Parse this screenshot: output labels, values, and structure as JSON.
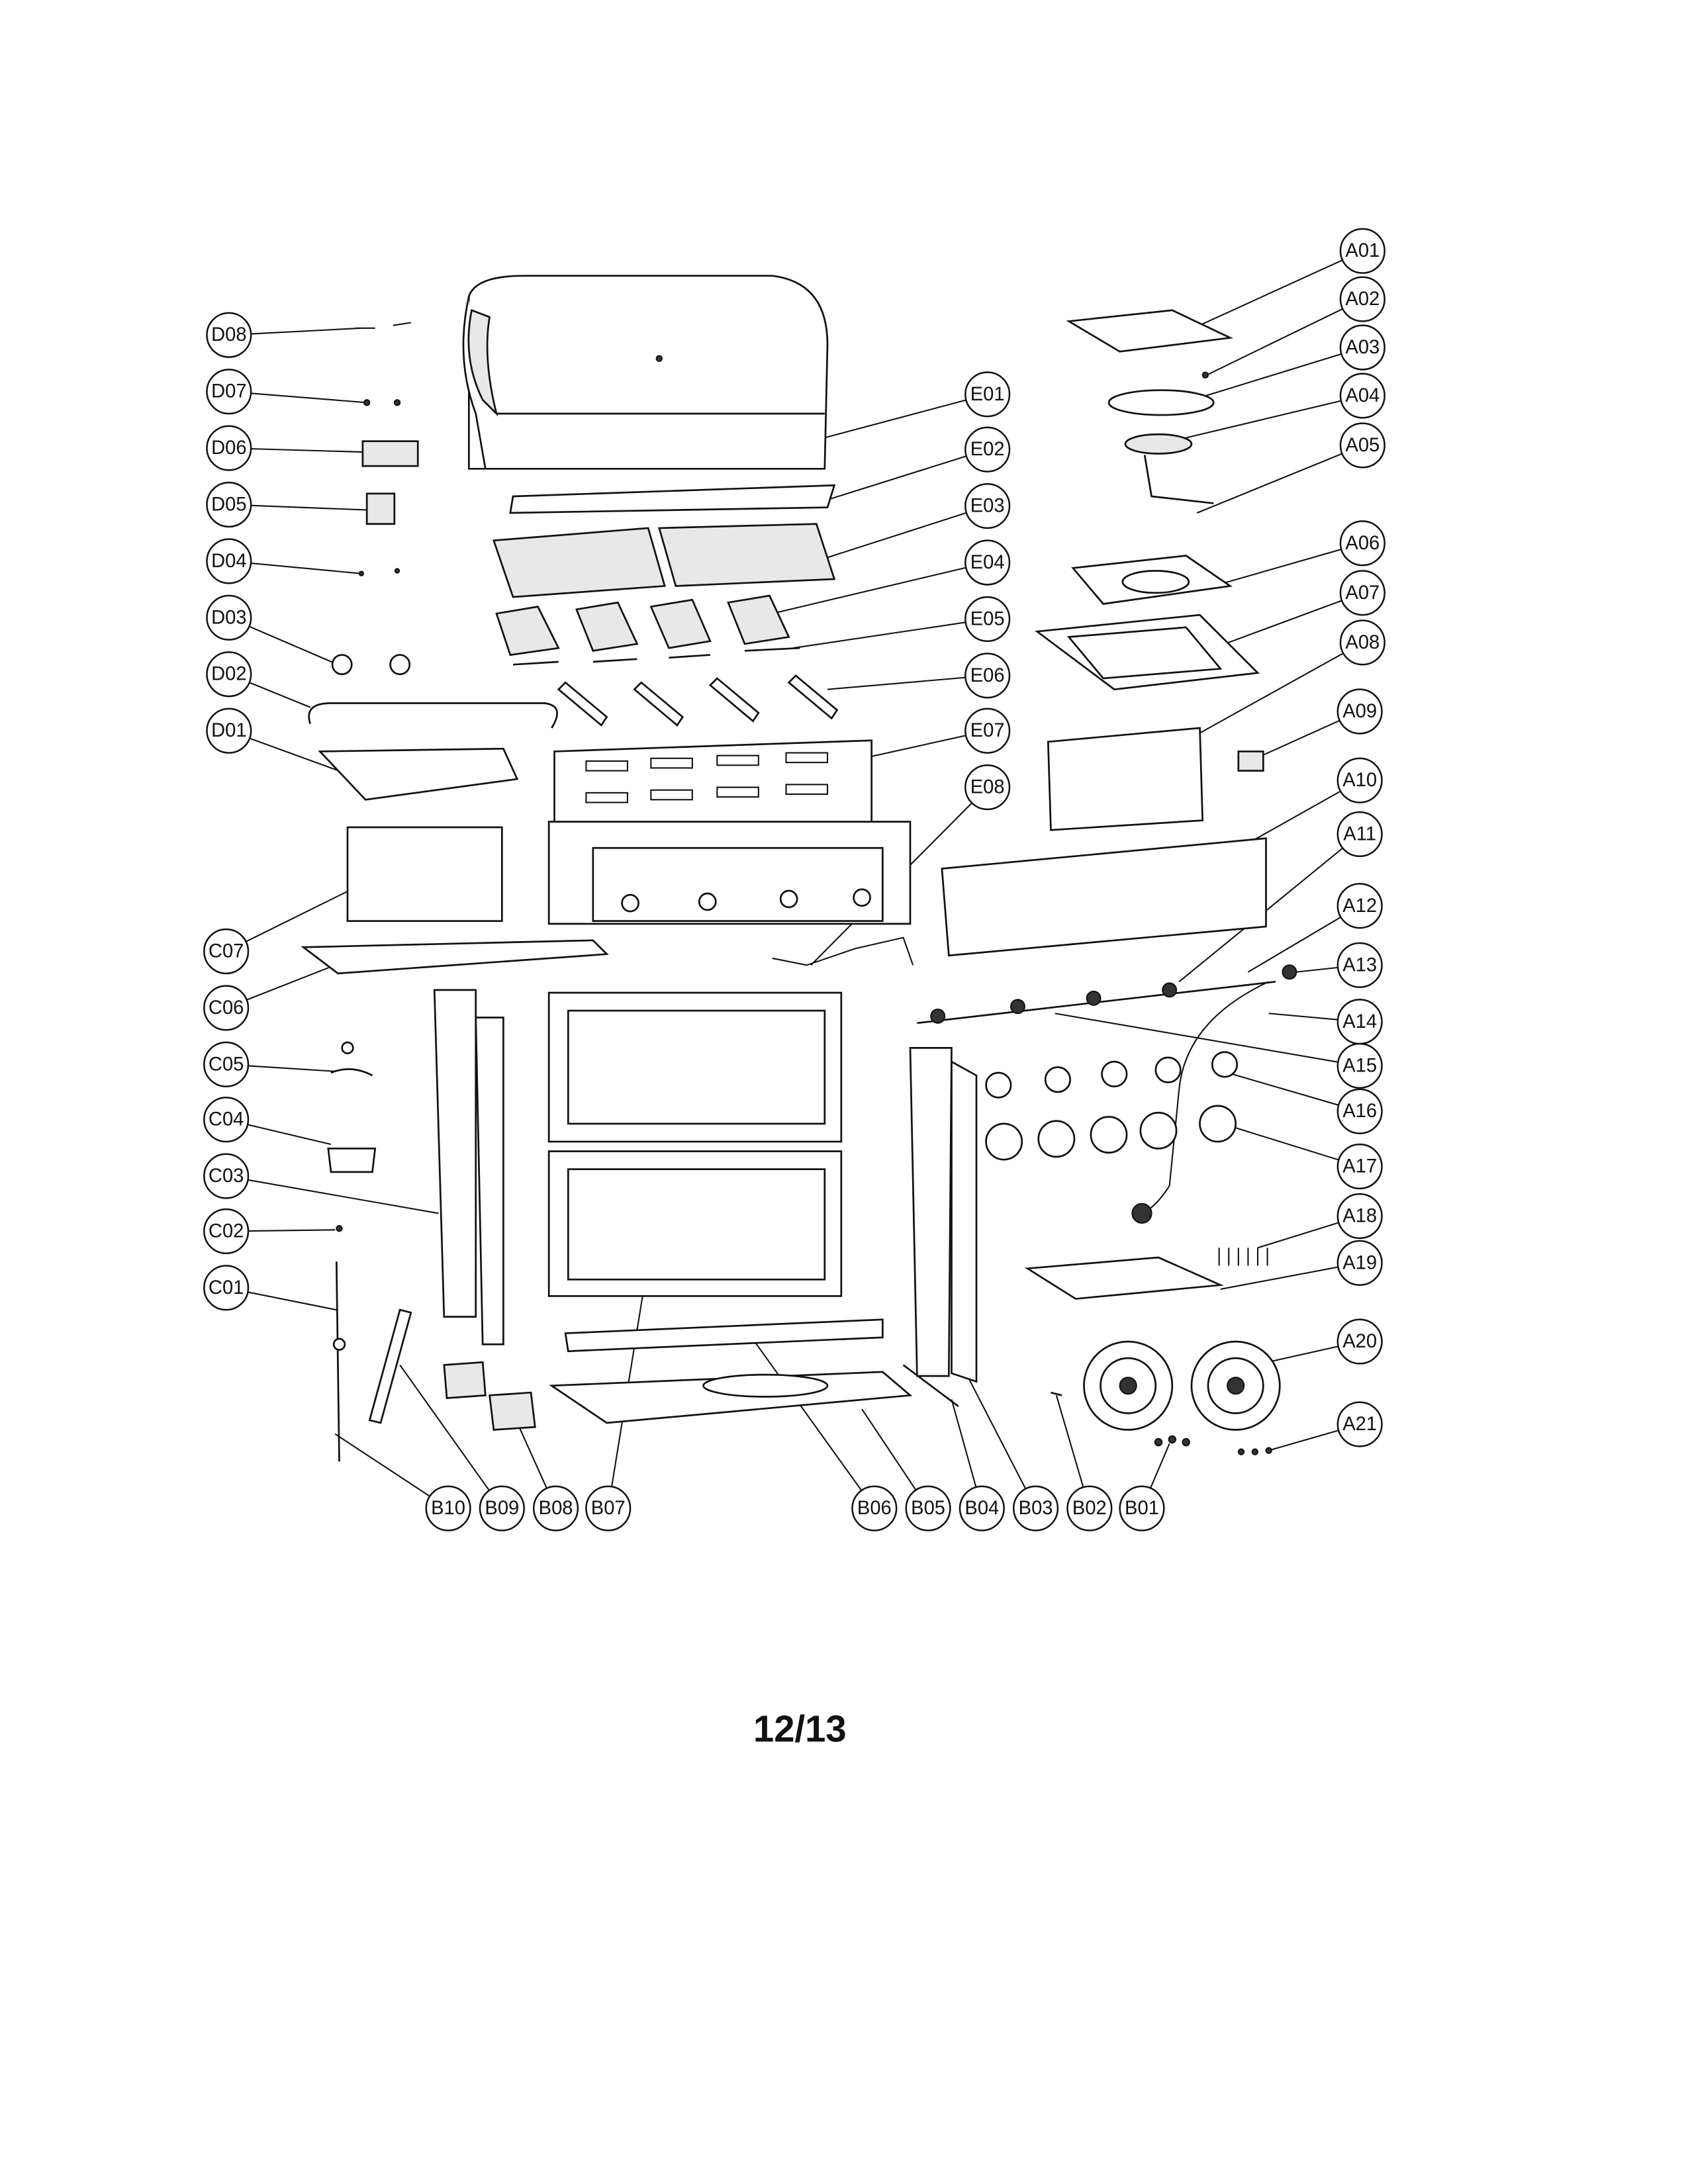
{
  "page_number": "12/13",
  "callouts": {
    "A": [
      "A01",
      "A02",
      "A03",
      "A04",
      "A05",
      "A06",
      "A07",
      "A08",
      "A09",
      "A10",
      "A11",
      "A12",
      "A13",
      "A14",
      "A15",
      "A16",
      "A17",
      "A18",
      "A19",
      "A20",
      "A21"
    ],
    "D": [
      "D08",
      "D07",
      "D06",
      "D05",
      "D04",
      "D03",
      "D02",
      "D01"
    ],
    "C": [
      "C07",
      "C06",
      "C05",
      "C04",
      "C03",
      "C02",
      "C01"
    ],
    "E": [
      "E01",
      "E02",
      "E03",
      "E04",
      "E05",
      "E06",
      "E07",
      "E08"
    ],
    "B": [
      "B10",
      "B09",
      "B08",
      "B07",
      "B06",
      "B05",
      "B04",
      "B03",
      "B02",
      "B01"
    ]
  }
}
